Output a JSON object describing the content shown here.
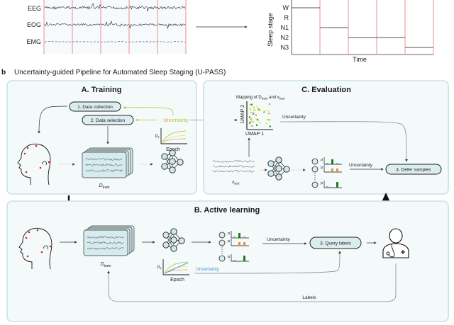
{
  "panel_a_top": {
    "signals": [
      "EEG",
      "EOG",
      "EMG"
    ],
    "hypnogram": {
      "ylabel": "Sleep stage",
      "stages": [
        "W",
        "R",
        "N1",
        "N2",
        "N3"
      ],
      "xlabel": "Time",
      "epoch_stages": [
        "W",
        "N1",
        "N2",
        "N2",
        "N3"
      ]
    }
  },
  "figure_label": "b",
  "figure_title": "Uncertainty-guided Pipeline for Automated Sleep Staging (U-PASS)",
  "training": {
    "title": "A. Training",
    "step1": "1. Data collection",
    "step2": "2. Data selection",
    "uncertainty_label": "Uncertainty",
    "curve_ylabel": "p",
    "curve_ysub": "y",
    "curve_xlabel": "Epoch",
    "dataset_label": "D",
    "dataset_sub": "train"
  },
  "evaluation": {
    "title": "C. Evaluation",
    "mapping_label_pre": "Mapping of D",
    "mapping_sub1": "train",
    "mapping_mid": " and x",
    "mapping_sub2": "test",
    "umap_x": "UMAP 1",
    "umap_y": "UMAP 2",
    "uncertainty_label_1": "Uncertainty",
    "uncertainty_label_2": "Uncertainty",
    "test_label": "x",
    "test_sub": "test",
    "prob_label": "p",
    "step4": "4. Defer samples"
  },
  "active_learning": {
    "title": "B. Active learning",
    "dataset_label": "D",
    "dataset_sub": "train",
    "curve_ylabel": "p",
    "curve_ysub": "y",
    "curve_xlabel": "Epoch",
    "uncertainty_blue": "Uncertainty",
    "uncertainty_label": "Uncertainty",
    "prob_label": "p",
    "step3": "3. Query labels",
    "labels_label": "Labels"
  },
  "colors": {
    "panel_border": "#c8e2e4",
    "pill_fill": "#dcedf0",
    "epoch_line": "#ef8f8f",
    "green": "#1a7f1a",
    "orange": "#f08a3a",
    "gray": "#9a9a9a",
    "uncertainty_yellow": "#b5c23a",
    "uncertainty_blue": "#3a8fd8"
  }
}
